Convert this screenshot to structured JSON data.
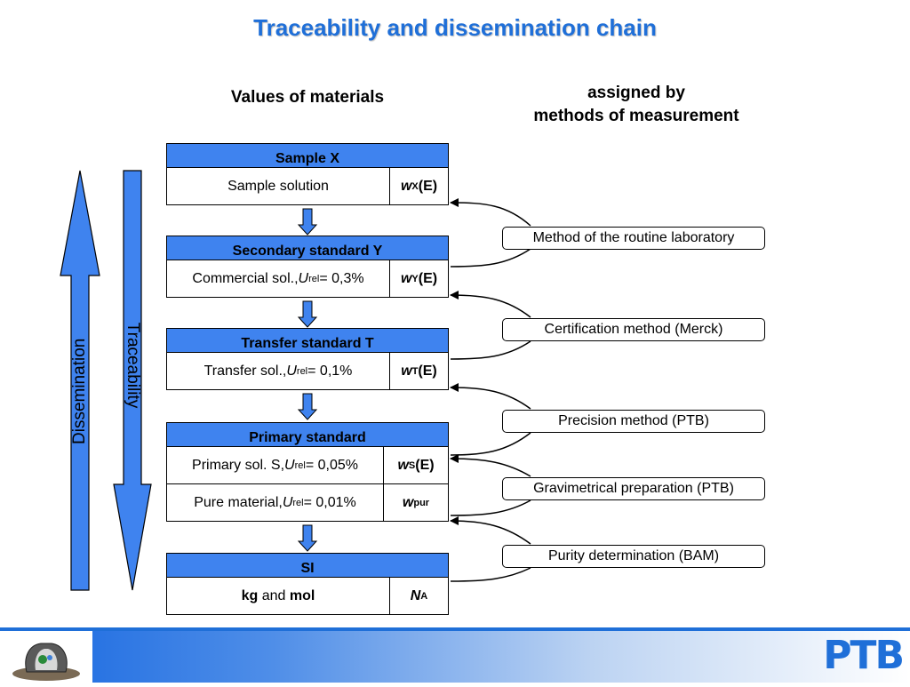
{
  "title": "Traceability and dissemination chain",
  "headers": {
    "left": "Values of materials",
    "right_line1": "assigned by",
    "right_line2": "methods of measurement"
  },
  "side_labels": {
    "dissemination": "Dissemination",
    "traceability": "Traceability"
  },
  "boxes": {
    "sample": {
      "title": "Sample X",
      "desc": "Sample solution",
      "val_main": "w",
      "val_sub": "X",
      "val_tail": "(E)"
    },
    "secondary": {
      "title": "Secondary standard Y",
      "desc_pre": "Commercial sol., ",
      "desc_u": "U",
      "desc_sub": "rel",
      "desc_post": "= 0,3%",
      "val_main": "w",
      "val_sub": "Y",
      "val_tail": "(E)"
    },
    "transfer": {
      "title": "Transfer standard T",
      "desc_pre": "Transfer sol., ",
      "desc_u": "U",
      "desc_sub": "rel",
      "desc_post": "= 0,1%",
      "val_main": "w",
      "val_sub": "T",
      "val_tail": "(E)"
    },
    "primary": {
      "title": "Primary standard",
      "row1_pre": "Primary sol. S, ",
      "row1_u": "U",
      "row1_sub": "rel",
      "row1_post": "= 0,05%",
      "row1_val_main": "w",
      "row1_val_sub": "S",
      "row1_val_tail": "(E)",
      "row2_pre": "Pure material, ",
      "row2_u": "U",
      "row2_sub": "rel",
      "row2_post": "= 0,01%",
      "row2_val_main": "w",
      "row2_val_sub": "pur"
    },
    "si": {
      "title": "SI",
      "desc_a": "kg",
      "desc_and": " and ",
      "desc_b": "mol",
      "val_main": "N",
      "val_sub": "A"
    }
  },
  "methods": [
    "Method of the routine laboratory",
    "Certification method (Merck)",
    "Precision method (PTB)",
    "Gravimetrical preparation (PTB)",
    "Purity determination (BAM)"
  ],
  "footer": {
    "brand": "PTB"
  },
  "colors": {
    "accent": "#3f83ef",
    "title": "#1f6fd8"
  }
}
